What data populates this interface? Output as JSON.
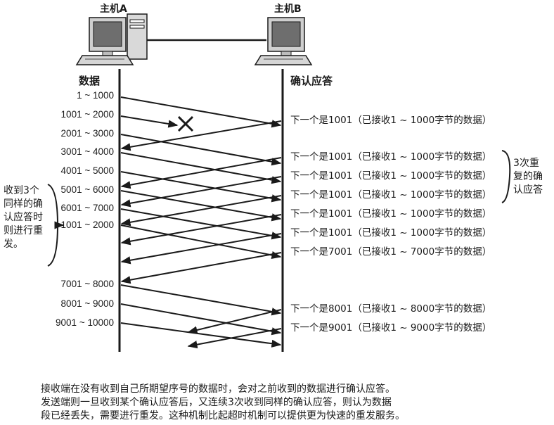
{
  "hosts": {
    "a_label": "主机A",
    "b_label": "主机B"
  },
  "columns": {
    "left_header": "数据",
    "right_header": "确认应答"
  },
  "segments": [
    "1 ~ 1000",
    "1001 ~ 2000",
    "2001 ~ 3000",
    "3001 ~ 4000",
    "4001 ~ 5000",
    "5001 ~ 6000",
    "6001 ~ 7000",
    "1001 ~ 2000",
    "7001 ~ 8000",
    "8001 ~ 9000",
    "9001 ~ 10000"
  ],
  "acks": [
    "下一个是1001（已接收1 ~ 1000字节的数据）",
    "下一个是1001（已接收1 ~ 1000字节的数据）",
    "下一个是1001（已接收1 ~ 1000字节的数据）",
    "下一个是1001（已接收1 ~ 1000字节的数据）",
    "下一个是1001（已接收1 ~ 1000字节的数据）",
    "下一个是1001（已接收1 ~ 1000字节的数据）",
    "下一个是7001（已接收1 ~ 7000字节的数据）",
    "下一个是8001（已接收1 ~ 8000字节的数据）",
    "下一个是9001（已接收1 ~ 9000字节的数据）"
  ],
  "annotations": {
    "triple_ack": "3次重复的确认应答",
    "retransmit_note": "收到3个同样的确认应答时则进行重发。"
  },
  "caption": {
    "line1": "接收端在没有收到自己所期望序号的数据时，会对之前收到的数据进行确认应答。",
    "line2": "发送端则一旦收到某个确认应答后，又连续3次收到同样的确认应答，则认为数据",
    "line3": "段已经丢失，需要进行重发。这种机制比起超时机制可以提供更为快速的重发服务。"
  }
}
